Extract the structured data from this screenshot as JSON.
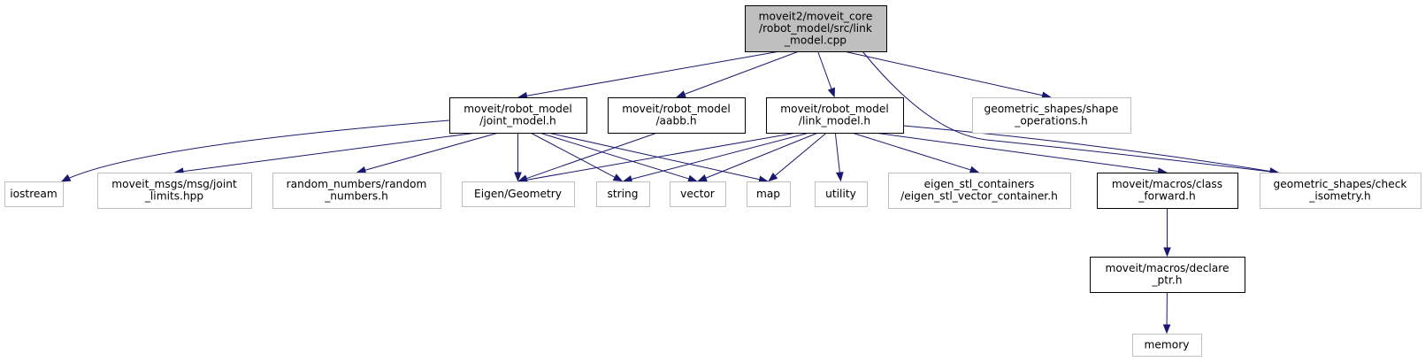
{
  "colors": {
    "edge": "#191970",
    "root_fill": "#bfbfbf",
    "node_fill": "#ffffff",
    "documented_border": "#000000",
    "external_border": "#bfbfbf",
    "text": "#000000"
  },
  "nodes": [
    {
      "id": "root",
      "kind": "root",
      "lines": [
        "moveit2/moveit_core",
        "/robot_model/src/link",
        "_model.cpp"
      ]
    },
    {
      "id": "joint_model",
      "kind": "documented",
      "lines": [
        "moveit/robot_model",
        "/joint_model.h"
      ]
    },
    {
      "id": "aabb",
      "kind": "documented",
      "lines": [
        "moveit/robot_model",
        "/aabb.h"
      ]
    },
    {
      "id": "link_model",
      "kind": "documented",
      "lines": [
        "moveit/robot_model",
        "/link_model.h"
      ]
    },
    {
      "id": "shape_operations",
      "kind": "external",
      "lines": [
        "geometric_shapes/shape",
        "_operations.h"
      ]
    },
    {
      "id": "iostream",
      "kind": "external",
      "lines": [
        "iostream"
      ]
    },
    {
      "id": "joint_limits",
      "kind": "external",
      "lines": [
        "moveit_msgs/msg/joint",
        "_limits.hpp"
      ]
    },
    {
      "id": "random_numbers",
      "kind": "external",
      "lines": [
        "random_numbers/random",
        "_numbers.h"
      ]
    },
    {
      "id": "eigen_geometry",
      "kind": "external",
      "lines": [
        "Eigen/Geometry"
      ]
    },
    {
      "id": "string",
      "kind": "external",
      "lines": [
        "string"
      ]
    },
    {
      "id": "vector",
      "kind": "external",
      "lines": [
        "vector"
      ]
    },
    {
      "id": "map",
      "kind": "external",
      "lines": [
        "map"
      ]
    },
    {
      "id": "utility",
      "kind": "external",
      "lines": [
        "utility"
      ]
    },
    {
      "id": "eigen_stl",
      "kind": "external",
      "lines": [
        "eigen_stl_containers",
        "/eigen_stl_vector_container.h"
      ]
    },
    {
      "id": "class_forward",
      "kind": "documented",
      "lines": [
        "moveit/macros/class",
        "_forward.h"
      ]
    },
    {
      "id": "check_isometry",
      "kind": "external",
      "lines": [
        "geometric_shapes/check",
        "_isometry.h"
      ]
    },
    {
      "id": "declare_ptr",
      "kind": "documented",
      "lines": [
        "moveit/macros/declare",
        "_ptr.h"
      ]
    },
    {
      "id": "memory",
      "kind": "external",
      "lines": [
        "memory"
      ]
    }
  ],
  "edges": [
    {
      "from": "root",
      "to": "joint_model"
    },
    {
      "from": "root",
      "to": "aabb"
    },
    {
      "from": "root",
      "to": "link_model"
    },
    {
      "from": "root",
      "to": "shape_operations"
    },
    {
      "from": "root",
      "to": "check_isometry"
    },
    {
      "from": "joint_model",
      "to": "iostream"
    },
    {
      "from": "joint_model",
      "to": "joint_limits"
    },
    {
      "from": "joint_model",
      "to": "random_numbers"
    },
    {
      "from": "joint_model",
      "to": "eigen_geometry"
    },
    {
      "from": "joint_model",
      "to": "string"
    },
    {
      "from": "joint_model",
      "to": "vector"
    },
    {
      "from": "joint_model",
      "to": "map"
    },
    {
      "from": "aabb",
      "to": "eigen_geometry"
    },
    {
      "from": "link_model",
      "to": "eigen_geometry"
    },
    {
      "from": "link_model",
      "to": "string"
    },
    {
      "from": "link_model",
      "to": "vector"
    },
    {
      "from": "link_model",
      "to": "map"
    },
    {
      "from": "link_model",
      "to": "utility"
    },
    {
      "from": "link_model",
      "to": "eigen_stl"
    },
    {
      "from": "link_model",
      "to": "class_forward"
    },
    {
      "from": "link_model",
      "to": "check_isometry"
    },
    {
      "from": "class_forward",
      "to": "declare_ptr"
    },
    {
      "from": "declare_ptr",
      "to": "memory"
    }
  ]
}
